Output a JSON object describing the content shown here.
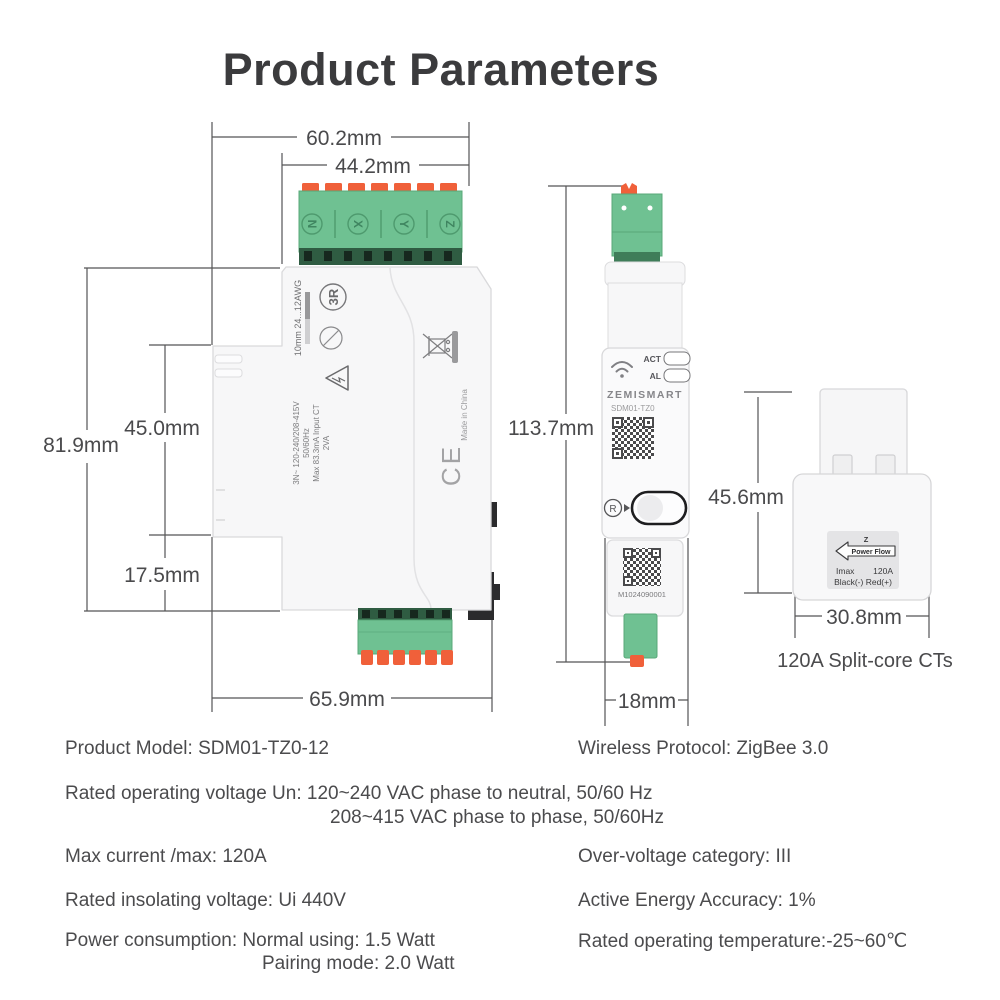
{
  "title": "Product Parameters",
  "dimensions": {
    "left_width_outer": "60.2mm",
    "left_width_terminal": "44.2mm",
    "left_height_total": "81.9mm",
    "left_height_mid": "45.0mm",
    "left_height_lower": "17.5mm",
    "left_depth": "65.9mm",
    "middle_height": "113.7mm",
    "middle_width": "18mm",
    "ct_height": "45.6mm",
    "ct_width": "30.8mm"
  },
  "left_device": {
    "terminal_labels": [
      "N",
      "X",
      "Y",
      "Z"
    ],
    "wire_spec": "10mm  24...12AWG",
    "cert_mark": "3R",
    "ratings": [
      "3N~ 120-240/208-415V",
      "50/60Hz",
      "Max 83.3mA Input CT",
      "2VA"
    ],
    "ce_mark": "CE",
    "made_in": "Made in China"
  },
  "middle_device": {
    "led_act": "ACT",
    "led_al": "AL",
    "brand": "ZEMISMART",
    "model": "SDM01-TZ0",
    "serial": "M1024090001",
    "reset_mark": "R"
  },
  "ct": {
    "phase": "Z",
    "flow_label": "Power Flow",
    "imax_label": "Imax",
    "imax_value": "120A",
    "polarity": "Black(-) Red(+)",
    "caption": "120A Split-core CTs"
  },
  "specs": {
    "rows": [
      {
        "left": "Product Model: SDM01-TZ0-12",
        "right": "Wireless Protocol: ZigBee 3.0"
      },
      {
        "left": "Rated operating voltage Un: 120~240 VAC phase to neutral, 50/60 Hz",
        "left2": "208~415 VAC phase to phase, 50/60Hz"
      },
      {
        "left": "Max current /max: 120A",
        "right": "Over-voltage category: III"
      },
      {
        "left": "Rated insolating voltage: Ui 440V",
        "right": "Active Energy Accuracy: 1%"
      },
      {
        "left": "Power consumption: Normal using: 1.5 Watt",
        "left2": "Pairing mode: 2.0 Watt",
        "right": "Rated operating temperature:-25~60℃"
      }
    ]
  },
  "colors": {
    "terminal_green": "#6fc192",
    "terminal_green_dark": "#2f5c42",
    "connector_orange": "#f0603a",
    "body_white": "#f7f7f8",
    "dimension_line": "#545456",
    "spec_text": "#4b4b4d",
    "title_text": "#3b3b3d"
  }
}
